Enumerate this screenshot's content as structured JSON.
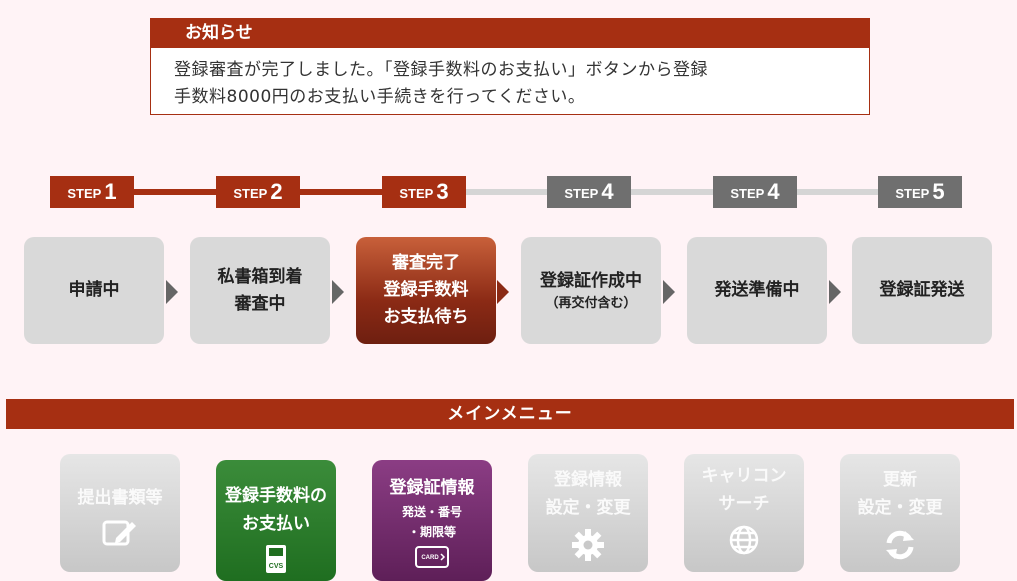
{
  "notice": {
    "title": "お知らせ",
    "line1": "登録審査が完了しました。「登録手数料のお支払い」ボタンから登録",
    "line2": "手数料8000円のお支払い手続きを行ってください。"
  },
  "steps": [
    {
      "label": "STEP",
      "num": "1",
      "title": "申請中",
      "sub": ""
    },
    {
      "label": "STEP",
      "num": "2",
      "title": "私書箱到着",
      "title2": "審査中"
    },
    {
      "label": "STEP",
      "num": "3",
      "title": "審査完了",
      "title2": "登録手数料",
      "title3": "お支払待ち"
    },
    {
      "label": "STEP",
      "num": "4",
      "title": "登録証作成中",
      "sub": "（再交付含む）"
    },
    {
      "label": "STEP",
      "num": "4",
      "title": "発送準備中"
    },
    {
      "label": "STEP",
      "num": "5",
      "title": "登録証発送"
    }
  ],
  "menu": {
    "title": "メインメニュー",
    "items": [
      {
        "label": "提出書類等"
      },
      {
        "label": "登録手数料の",
        "label2": "お支払い",
        "icon_text": "CVS"
      },
      {
        "label": "登録証情報",
        "sub1": "発送・番号",
        "sub2": "・期限等",
        "icon_text": "CARD"
      },
      {
        "label": "登録情報",
        "label2": "設定・変更"
      },
      {
        "label": "キャリコン",
        "label2": "サーチ"
      },
      {
        "label": "更新",
        "label2": "設定・変更"
      }
    ]
  },
  "colors": {
    "brand": "#a62f12",
    "inactive": "#6f6f6f",
    "green": "#1f6e20",
    "purple": "#5e1f58"
  }
}
